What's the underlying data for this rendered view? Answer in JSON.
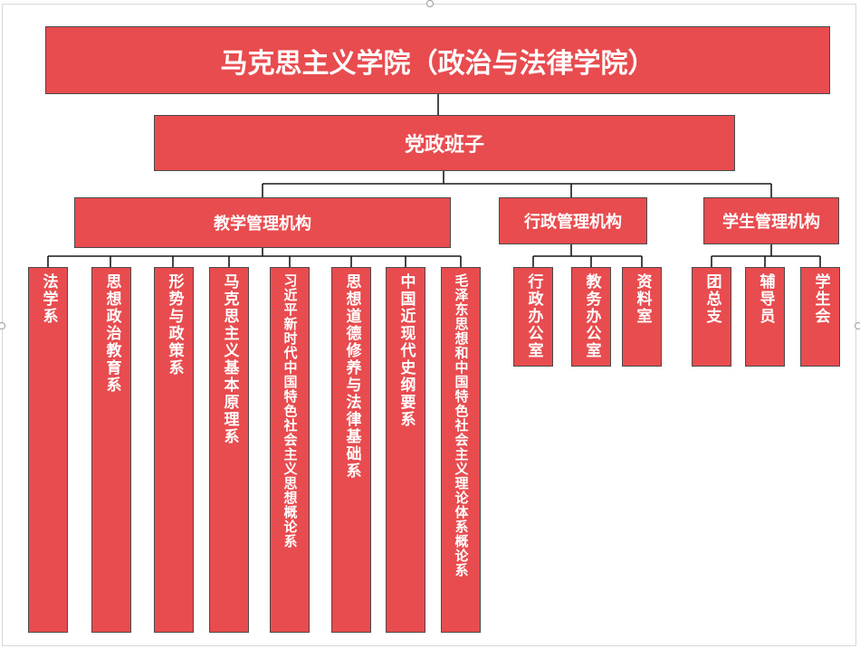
{
  "root": {
    "label": "马克思主义学院（政治与法律学院）"
  },
  "leadership": {
    "label": "党政班子"
  },
  "groups": [
    {
      "label": "教学管理机构",
      "children": [
        "法学系",
        "思想政治教育系",
        "形势与政策系",
        "马克思主义基本原理系",
        "习近平新时代中国特色社会主义思想概论系",
        "思想道德修养与法律基础系",
        "中国近现代史纲要系",
        "毛泽东思想和中国特色社会主义理论体系概论系"
      ]
    },
    {
      "label": "行政管理机构",
      "children": [
        "行政办公室",
        "教务办公室",
        "资料室"
      ]
    },
    {
      "label": "学生管理机构",
      "children": [
        "团总支",
        "辅导员",
        "学生会"
      ]
    }
  ],
  "colors": {
    "box_fill": "#e84c4f",
    "box_border": "#4a4a4a",
    "line": "#1a1a1a"
  }
}
